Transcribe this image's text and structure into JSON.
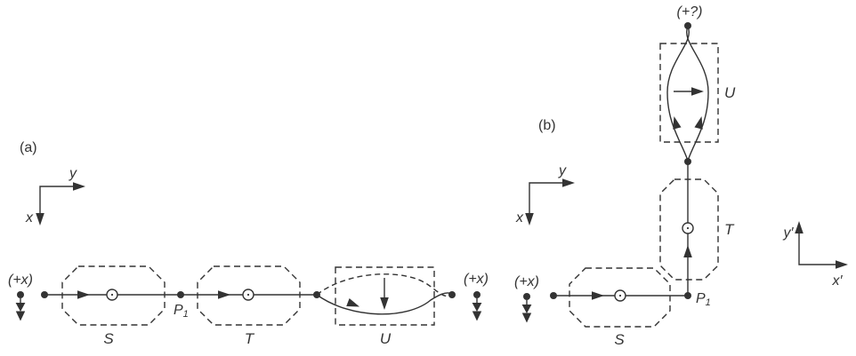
{
  "theme": {
    "ink": "#333333",
    "background": "#ffffff"
  },
  "panel_a": {
    "label": "(a)",
    "axes": {
      "x": "x",
      "y": "y"
    },
    "input_direction": "(+x)",
    "output_direction": "(+x)",
    "point": {
      "name": "P",
      "subscript": "1"
    },
    "elements": {
      "first": "S",
      "second": "T",
      "third": "U"
    }
  },
  "panel_b": {
    "label": "(b)",
    "axes": {
      "x": "x",
      "y": "y"
    },
    "output_axes": {
      "x": "x′",
      "y": "y′"
    },
    "input_direction": "(+x)",
    "output_direction": "(+?)",
    "point": {
      "name": "P",
      "subscript": "1"
    },
    "elements": {
      "first": "S",
      "second": "T",
      "third": "U"
    }
  }
}
